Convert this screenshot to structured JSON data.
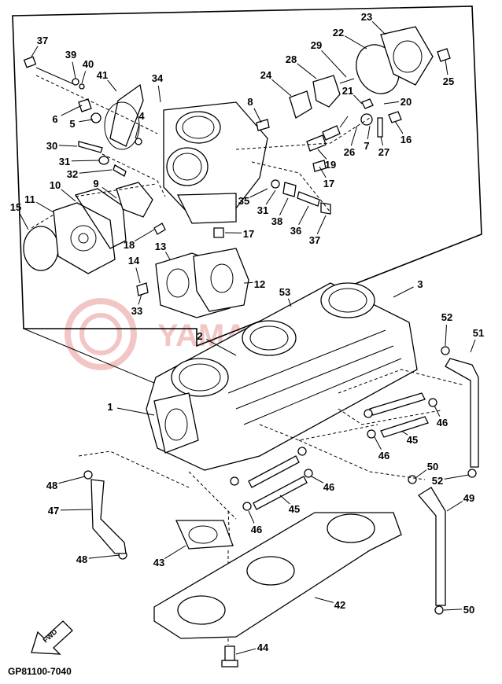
{
  "diagram": {
    "drawing_code": "GP81100-7040",
    "forward_label": "FWD",
    "watermark_brand": "YAMAHA",
    "callouts": [
      {
        "n": "1",
        "label": "1"
      },
      {
        "n": "2",
        "label": "2"
      },
      {
        "n": "3",
        "label": "3"
      },
      {
        "n": "4",
        "label": "4"
      },
      {
        "n": "5",
        "label": "5"
      },
      {
        "n": "6",
        "label": "6"
      },
      {
        "n": "7",
        "label": "7"
      },
      {
        "n": "8",
        "label": "8"
      },
      {
        "n": "9",
        "label": "9"
      },
      {
        "n": "10",
        "label": "10"
      },
      {
        "n": "11",
        "label": "11"
      },
      {
        "n": "12",
        "label": "12"
      },
      {
        "n": "13",
        "label": "13"
      },
      {
        "n": "14",
        "label": "14"
      },
      {
        "n": "15",
        "label": "15"
      },
      {
        "n": "16",
        "label": "16"
      },
      {
        "n": "17a",
        "label": "17"
      },
      {
        "n": "17b",
        "label": "17"
      },
      {
        "n": "18",
        "label": "18"
      },
      {
        "n": "19",
        "label": "19"
      },
      {
        "n": "20",
        "label": "20"
      },
      {
        "n": "21",
        "label": "21"
      },
      {
        "n": "22",
        "label": "22"
      },
      {
        "n": "23",
        "label": "23"
      },
      {
        "n": "24",
        "label": "24"
      },
      {
        "n": "25",
        "label": "25"
      },
      {
        "n": "26",
        "label": "26"
      },
      {
        "n": "27",
        "label": "27"
      },
      {
        "n": "28",
        "label": "28"
      },
      {
        "n": "29",
        "label": "29"
      },
      {
        "n": "30",
        "label": "30"
      },
      {
        "n": "31a",
        "label": "31"
      },
      {
        "n": "31b",
        "label": "31"
      },
      {
        "n": "32",
        "label": "32"
      },
      {
        "n": "33",
        "label": "33"
      },
      {
        "n": "34",
        "label": "34"
      },
      {
        "n": "35",
        "label": "35"
      },
      {
        "n": "36",
        "label": "36"
      },
      {
        "n": "37a",
        "label": "37"
      },
      {
        "n": "37b",
        "label": "37"
      },
      {
        "n": "38",
        "label": "38"
      },
      {
        "n": "39",
        "label": "39"
      },
      {
        "n": "40",
        "label": "40"
      },
      {
        "n": "41",
        "label": "41"
      },
      {
        "n": "42",
        "label": "42"
      },
      {
        "n": "43",
        "label": "43"
      },
      {
        "n": "44",
        "label": "44"
      },
      {
        "n": "45a",
        "label": "45"
      },
      {
        "n": "45b",
        "label": "45"
      },
      {
        "n": "46a",
        "label": "46"
      },
      {
        "n": "46b",
        "label": "46"
      },
      {
        "n": "46c",
        "label": "46"
      },
      {
        "n": "46d",
        "label": "46"
      },
      {
        "n": "47",
        "label": "47"
      },
      {
        "n": "48a",
        "label": "48"
      },
      {
        "n": "48b",
        "label": "48"
      },
      {
        "n": "49",
        "label": "49"
      },
      {
        "n": "50a",
        "label": "50"
      },
      {
        "n": "50b",
        "label": "50"
      },
      {
        "n": "51",
        "label": "51"
      },
      {
        "n": "52a",
        "label": "52"
      },
      {
        "n": "52b",
        "label": "52"
      },
      {
        "n": "53",
        "label": "53"
      }
    ]
  }
}
